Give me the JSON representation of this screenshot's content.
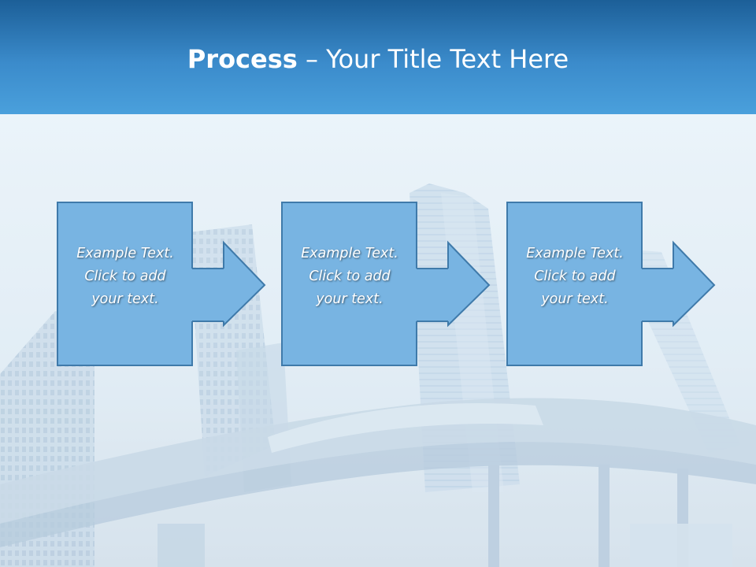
{
  "slide": {
    "title_bold": "Process",
    "title_rest": " – Your Title Text Here"
  },
  "steps": [
    {
      "lines": [
        "Example Text.",
        "Click  to add",
        "your text."
      ]
    },
    {
      "lines": [
        "Example Text.",
        "Click  to add",
        "your text."
      ]
    },
    {
      "lines": [
        "Example Text.",
        "Click  to add",
        "your text."
      ]
    }
  ],
  "colors": {
    "header_top": "#1c5f98",
    "header_bottom": "#4aa0dc",
    "box_fill": "#78b4e2",
    "box_stroke": "#3f7aaa"
  }
}
